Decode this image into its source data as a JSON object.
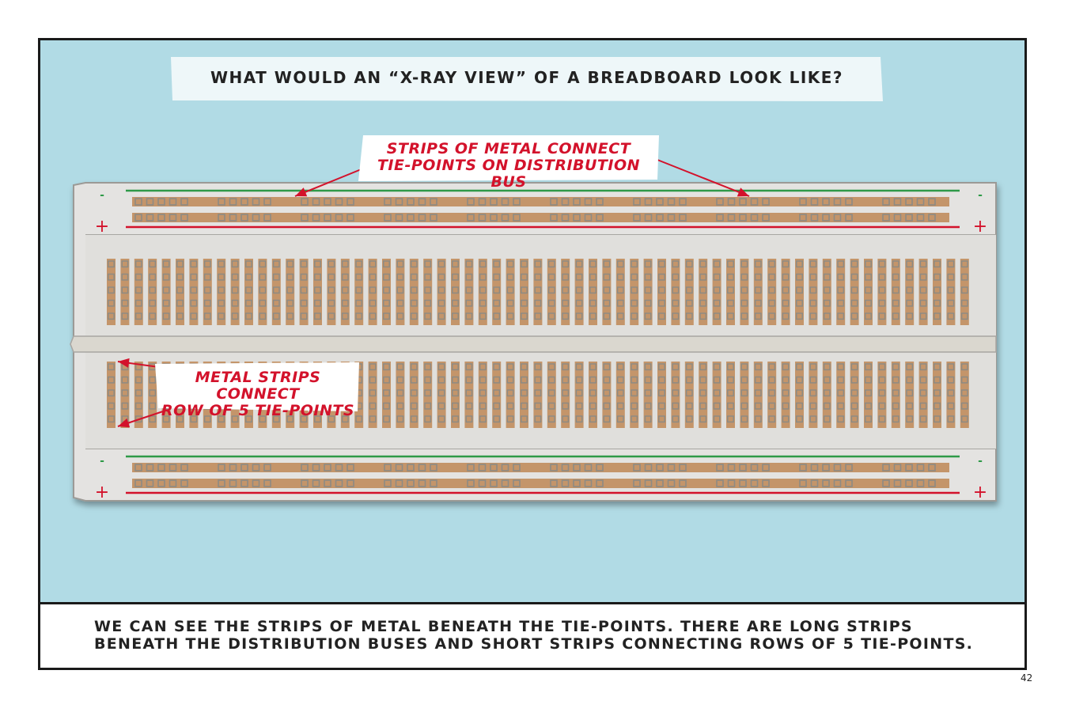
{
  "title": "WHAT WOULD AN “X-RAY VIEW” OF A BREADBOARD LOOK LIKE?",
  "callouts": {
    "distribution_bus": "STRIPS OF METAL CONNECT\nTIE-POINTS ON DISTRIBUTION BUS",
    "terminal_rows": "METAL STRIPS CONNECT\nROW OF 5 TIE-POINTS"
  },
  "rail_markers": {
    "negative": "-",
    "positive": "+"
  },
  "caption": "WE CAN SEE THE STRIPS OF METAL BENEATH THE TIE-POINTS. THERE ARE LONG STRIPS BENEATH THE DISTRIBUTION BUSES AND SHORT STRIPS CONNECTING ROWS OF 5 TIE-POINTS.",
  "page_number": "42",
  "colors": {
    "background": "#b1dbe5",
    "board": "#e4e3e1",
    "metal_strip": "#c4956a",
    "tie_point": "#8e8b84",
    "negative_rail": "#2e9a48",
    "positive_rail": "#d3122b",
    "callout_text": "#d3122b"
  },
  "breadboard": {
    "terminal_columns": 63,
    "tie_points_per_strip": 5,
    "bus_groups": 10,
    "tie_points_per_bus_group": 5
  }
}
